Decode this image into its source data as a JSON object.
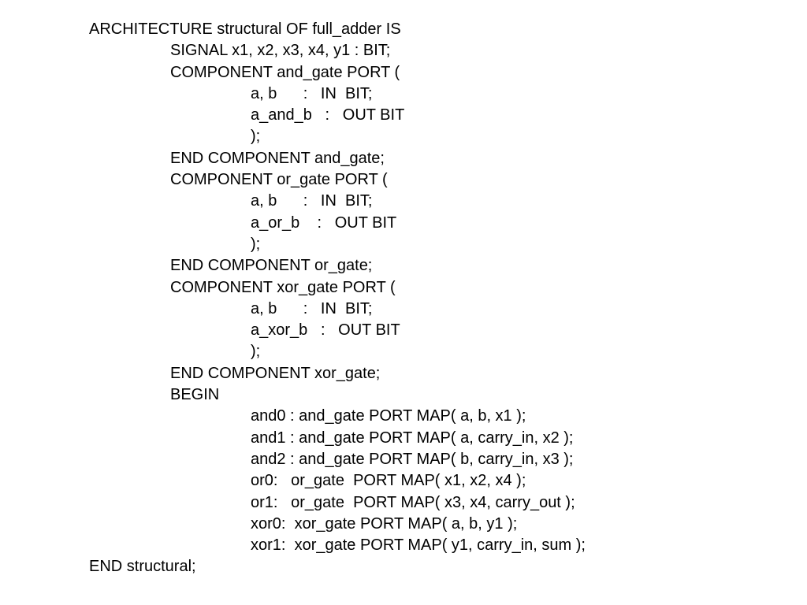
{
  "slide": {
    "lines": [
      "ARCHITECTURE structural OF full_adder IS",
      "SIGNAL x1, x2, x3, x4, y1 : BIT;",
      "COMPONENT and_gate PORT (",
      "a, b      :   IN  BIT;",
      "a_and_b   :   OUT BIT",
      ");",
      "END COMPONENT and_gate;",
      "COMPONENT or_gate PORT (",
      "a, b      :   IN  BIT;",
      "a_or_b    :   OUT BIT",
      ");",
      "END COMPONENT or_gate;",
      "COMPONENT xor_gate PORT (",
      "a, b      :   IN  BIT;",
      "a_xor_b   :   OUT BIT",
      ");",
      "END COMPONENT xor_gate;",
      "BEGIN",
      "and0 : and_gate PORT MAP( a, b, x1 );",
      "and1 : and_gate PORT MAP( a, carry_in, x2 );",
      "and2 : and_gate PORT MAP( b, carry_in, x3 );",
      "or0:   or_gate  PORT MAP( x1, x2, x4 );",
      "or1:   or_gate  PORT MAP( x3, x4, carry_out );",
      "xor0:  xor_gate PORT MAP( a, b, y1 );",
      "xor1:  xor_gate PORT MAP( y1, carry_in, sum );",
      "END structural;"
    ]
  }
}
